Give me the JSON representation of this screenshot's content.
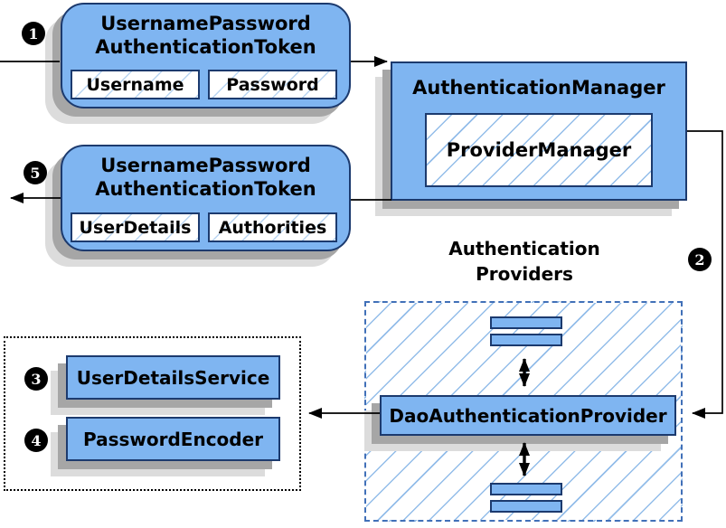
{
  "colors": {
    "box_fill": "#7fb5f1",
    "box_border": "#1c3a6e",
    "hatch_line": "#93bde9",
    "hatch_line_light": "#b9d5f2",
    "dashed_border": "#4170b8",
    "dotted_border": "#000000",
    "shadow_dark": "#a6a6a6",
    "shadow_light": "#dcdcdc",
    "connector": "#000000",
    "badge_bg": "#000000",
    "badge_fg": "#ffffff"
  },
  "badges": {
    "step1": "1",
    "step2": "2",
    "step3": "3",
    "step4": "4",
    "step5": "5"
  },
  "request_token": {
    "title_line1": "UsernamePassword",
    "title_line2": "AuthenticationToken",
    "field1": "Username",
    "field2": "Password"
  },
  "auth_manager": {
    "title": "AuthenticationManager",
    "inner_label": "ProviderManager"
  },
  "response_token": {
    "title_line1": "UsernamePassword",
    "title_line2": "AuthenticationToken",
    "field1": "UserDetails",
    "field2": "Authorities"
  },
  "providers": {
    "label_line1": "Authentication",
    "label_line2": "Providers",
    "dao_label": "DaoAuthenticationProvider"
  },
  "services": {
    "service1": "UserDetailsService",
    "service2": "PasswordEncoder"
  }
}
